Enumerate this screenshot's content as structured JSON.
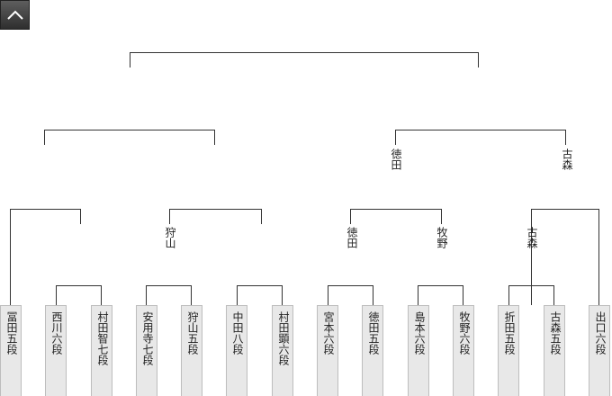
{
  "icons": {
    "scroll_top": "chevron-up-icon"
  },
  "winners": {
    "sf_right": "徳田",
    "sf_right2": "古森",
    "qf_2": "狩山",
    "qf_3": "徳田",
    "qf_4": "牧野",
    "qf_5": "古森"
  },
  "players": [
    "冨田五段",
    "西川六段",
    "村田智七段",
    "安用寺七段",
    "狩山五段",
    "中田八段",
    "村田顕六段",
    "宮本六段",
    "徳田五段",
    "島本六段",
    "牧野六段",
    "折田五段",
    "古森五段",
    "出口六段"
  ]
}
